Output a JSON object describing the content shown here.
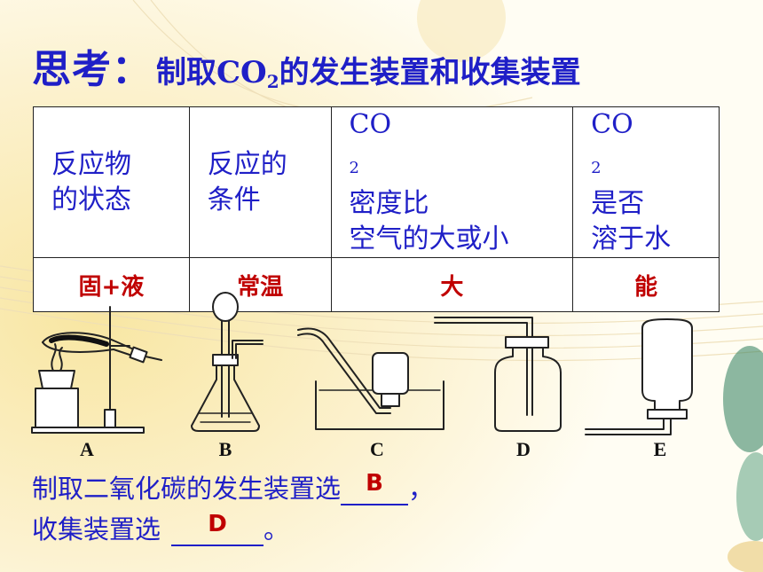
{
  "title": {
    "think": "思考",
    "colon": "：",
    "pre": "制取CO",
    "sub": "2",
    "post": "的发生装置和收集装置"
  },
  "table": {
    "headers": [
      {
        "line1": "反应物",
        "line2": "的状态"
      },
      {
        "line1": "反应的",
        "line2": "条件"
      },
      {
        "line1_pre": "CO",
        "line1_sub": "2",
        "line1_post": "密度比",
        "line2": "空气的大或小"
      },
      {
        "line1_pre": "CO",
        "line1_sub": "2",
        "line1_post": "是否",
        "line2": "溶于水"
      }
    ],
    "answers": [
      "固+液",
      "常温",
      "大",
      "能"
    ]
  },
  "apparatus": {
    "labels": [
      "A",
      "B",
      "C",
      "D",
      "E"
    ]
  },
  "questions": {
    "q1_text": "制取二氧化碳的发生装置选",
    "q1_answer": "B",
    "q1_end": "，",
    "q2_text": "收集装置选",
    "q2_answer": "D",
    "q2_end": "。"
  },
  "colors": {
    "text_blue": "#1f1fc7",
    "answer_red": "#c00000"
  }
}
